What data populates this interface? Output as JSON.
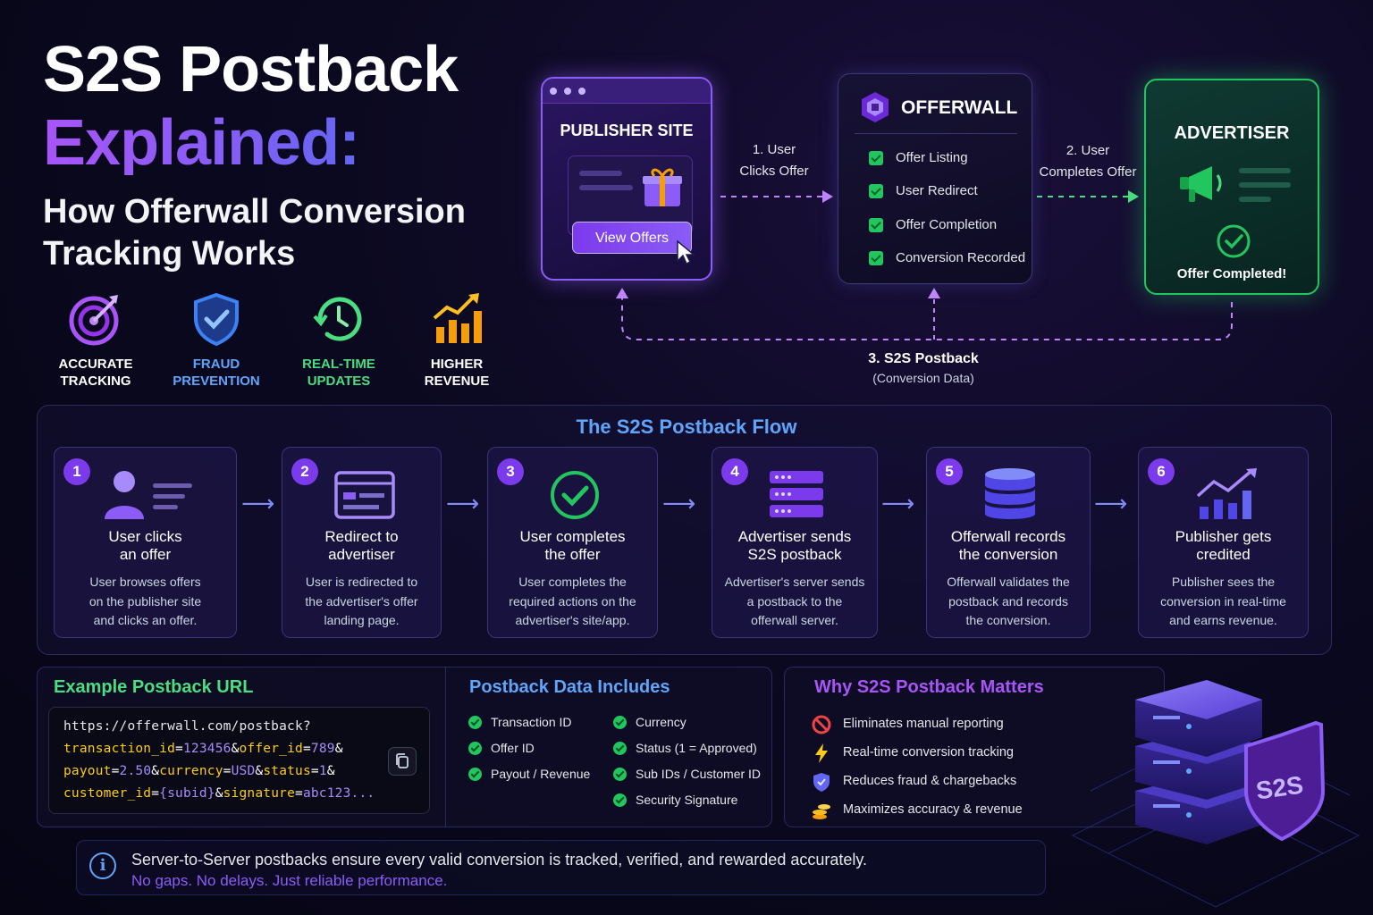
{
  "header": {
    "title_line1": "S2S Postback",
    "title_line2": "Explained:",
    "subtitle": "How Offerwall Conversion Tracking Works"
  },
  "features": [
    {
      "label": "ACCURATE TRACKING",
      "color": "#a855f7",
      "icon": "target-icon"
    },
    {
      "label": "FRAUD PREVENTION",
      "color": "#60a5fa",
      "icon": "shield-check-icon"
    },
    {
      "label": "REAL-TIME UPDATES",
      "color": "#4ade80",
      "icon": "clock-icon"
    },
    {
      "label": "HIGHER REVENUE",
      "color": "#f59e0b",
      "icon": "growth-chart-icon"
    }
  ],
  "top_flow": {
    "publisher": {
      "title": "PUBLISHER SITE",
      "button": "View Offers"
    },
    "offerwall": {
      "title": "OFFERWALL",
      "items": [
        "Offer Listing",
        "User Redirect",
        "Offer Completion",
        "Conversion Recorded"
      ]
    },
    "advertiser": {
      "title": "ADVERTISER",
      "status": "Offer Completed!"
    },
    "step1": {
      "line1": "1. User",
      "line2": "Clicks Offer"
    },
    "step2": {
      "line1": "2. User",
      "line2": "Completes Offer"
    },
    "step3": {
      "title": "3. S2S Postback",
      "sub": "(Conversion Data)"
    }
  },
  "flow": {
    "title": "The S2S Postback Flow",
    "steps": [
      {
        "num": "1",
        "title_l1": "User clicks",
        "title_l2": "an offer",
        "desc": [
          "User browses offers",
          "on the publisher site",
          "and clicks an offer."
        ]
      },
      {
        "num": "2",
        "title_l1": "Redirect to",
        "title_l2": "advertiser",
        "desc": [
          "User is redirected to",
          "the advertiser's offer",
          "landing page."
        ]
      },
      {
        "num": "3",
        "title_l1": "User completes",
        "title_l2": "the offer",
        "desc": [
          "User completes the",
          "required actions on the",
          "advertiser's site/app."
        ]
      },
      {
        "num": "4",
        "title_l1": "Advertiser sends",
        "title_l2": "S2S postback",
        "desc": [
          "Advertiser's server sends",
          "a postback to the",
          "offerwall server."
        ]
      },
      {
        "num": "5",
        "title_l1": "Offerwall records",
        "title_l2": "the conversion",
        "desc": [
          "Offerwall validates the",
          "postback and records",
          "the conversion."
        ]
      },
      {
        "num": "6",
        "title_l1": "Publisher gets",
        "title_l2": "credited",
        "desc": [
          "Publisher sees the",
          "conversion in real-time",
          "and earns revenue."
        ]
      }
    ]
  },
  "example": {
    "title": "Example Postback URL",
    "base": "https://offerwall.com/postback?",
    "params": [
      [
        {
          "k": "transaction_id"
        },
        {
          "e": "="
        },
        {
          "v": "123456"
        },
        {
          "e": "&"
        },
        {
          "k": "offer_id"
        },
        {
          "e": "="
        },
        {
          "v": "789"
        },
        {
          "e": "&"
        }
      ],
      [
        {
          "k": "payout"
        },
        {
          "e": "="
        },
        {
          "v": "2.50"
        },
        {
          "e": "&"
        },
        {
          "k": "currency"
        },
        {
          "e": "="
        },
        {
          "v": "USD"
        },
        {
          "e": "&"
        },
        {
          "k": "status"
        },
        {
          "e": "="
        },
        {
          "v": "1"
        },
        {
          "e": "&"
        }
      ],
      [
        {
          "k": "customer_id"
        },
        {
          "e": "="
        },
        {
          "v": "{subid}"
        },
        {
          "e": "&"
        },
        {
          "k": "signature"
        },
        {
          "e": "="
        },
        {
          "v": "abc123..."
        }
      ]
    ]
  },
  "data_includes": {
    "title": "Postback Data Includes",
    "col1": [
      "Transaction ID",
      "Offer ID",
      "Payout / Revenue"
    ],
    "col2": [
      "Currency",
      "Status (1 = Approved)",
      "Sub IDs / Customer ID",
      "Security Signature"
    ]
  },
  "why": {
    "title": "Why S2S Postback Matters",
    "items": [
      {
        "text": "Eliminates manual reporting",
        "icon": "no-entry-icon"
      },
      {
        "text": "Real-time conversion tracking",
        "icon": "lightning-icon"
      },
      {
        "text": "Reduces fraud & chargebacks",
        "icon": "shield-icon"
      },
      {
        "text": "Maximizes accuracy & revenue",
        "icon": "coins-icon"
      }
    ],
    "badge": "S2S"
  },
  "info": {
    "line1": "Server-to-Server postbacks ensure every valid conversion is tracked, verified, and rewarded accurately.",
    "line2": "No gaps. No delays. Just reliable performance."
  }
}
